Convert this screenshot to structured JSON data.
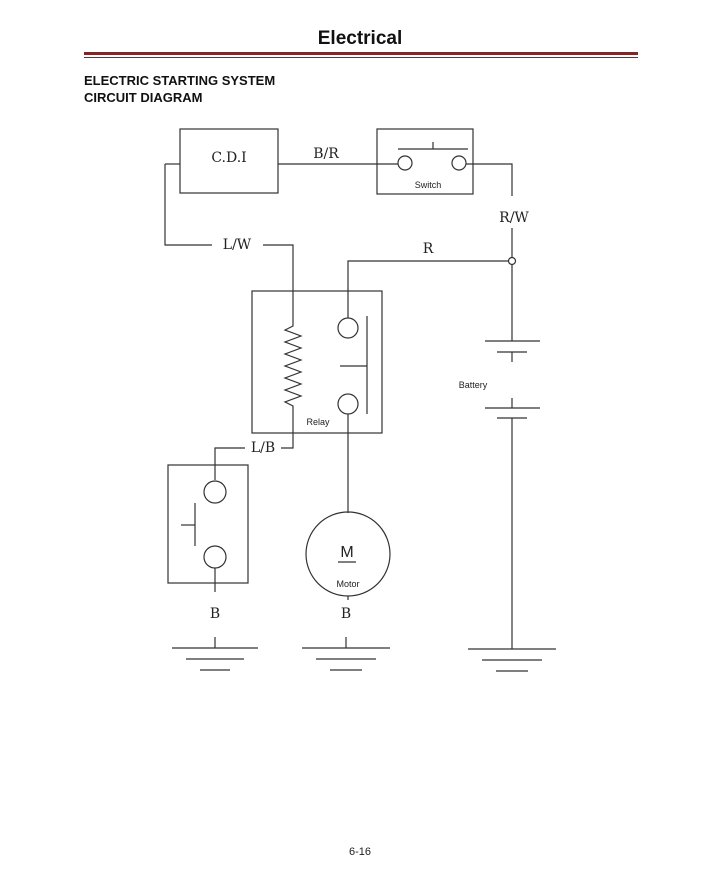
{
  "header": {
    "title": "Electrical"
  },
  "section": {
    "line1": "ELECTRIC STARTING SYSTEM",
    "line2": "CIRCUIT DIAGRAM"
  },
  "diagram": {
    "cdi_label": "C.D.I",
    "switch_label": "Switch",
    "relay_label": "Relay",
    "battery_label": "Battery",
    "motor_symbol": "M",
    "motor_label": "Motor",
    "wire_br": "B/R",
    "wire_rw": "R/W",
    "wire_lw": "L/W",
    "wire_r": "R",
    "wire_lb": "L/B",
    "ground_b_left": "B",
    "ground_b_motor": "B"
  },
  "footer": {
    "page_number": "6-16"
  }
}
